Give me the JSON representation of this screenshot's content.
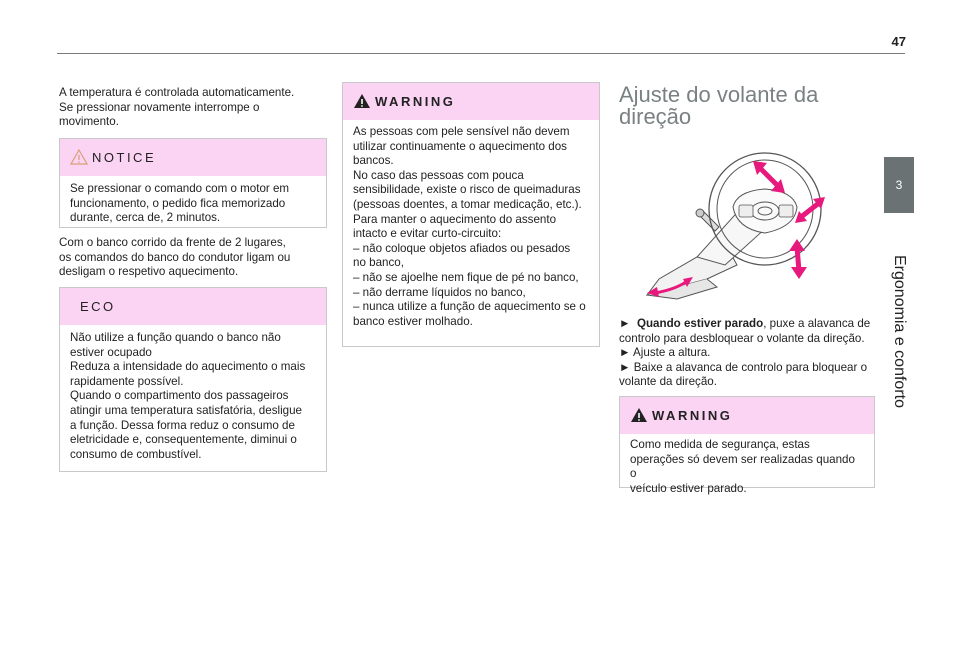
{
  "page": {
    "number": "47",
    "chapter_number": "3",
    "chapter_title": "Ergonomia e conforto"
  },
  "col1": {
    "intro": [
      "A temperatura é controlada automaticamente.",
      "Se pressionar novamente interrompe o",
      "movimento."
    ],
    "notice": {
      "title": "NOTICE",
      "lines": [
        "Se pressionar o comando com o motor em",
        "funcionamento, o pedido fica memorizado",
        "durante, cerca de, 2 minutos."
      ]
    },
    "para2": [
      "Com o banco corrido da frente de 2 lugares,",
      "os comandos do banco do condutor ligam ou",
      "desligam o respetivo aquecimento."
    ],
    "eco": {
      "title": "ECO",
      "lines": [
        "Não utilize a função quando o banco não",
        "estiver ocupado",
        "Reduza a intensidade do aquecimento o mais",
        "rapidamente possível.",
        "Quando o compartimento dos passageiros",
        "atingir uma temperatura satisfatória, desligue",
        "a função. Dessa forma reduz o consumo de",
        "eletricidade e, consequentemente, diminui o",
        "consumo de combustível."
      ]
    }
  },
  "col2": {
    "warning": {
      "title": "WARNING",
      "lines": [
        "As pessoas com pele sensível não devem",
        "utilizar continuamente o aquecimento dos",
        "bancos.",
        "No caso das pessoas com pouca",
        "sensibilidade, existe o risco de queimaduras",
        "(pessoas doentes, a tomar medicação, etc.).",
        "Para manter o aquecimento do assento",
        "intacto e evitar curto-circuito:",
        "–  não coloque objetos afiados ou pesados",
        "no banco,",
        "–  não se ajoelhe nem fique de pé no banco,",
        "–  não derrame líquidos no banco,",
        "–  nunca utilize a função de aquecimento se o",
        "banco estiver molhado."
      ]
    }
  },
  "col3": {
    "heading": [
      "Ajuste do volante da",
      "direção"
    ],
    "steps": {
      "s1_marker": "►",
      "s1_bold": "Quando estiver parado",
      "s1_rest": ", puxe a alavanca de",
      "s1_line2": "controlo para desbloquear o volante da direção.",
      "s2": "►  Ajuste a altura.",
      "s3_line1": "►  Baixe a alavanca de controlo para bloquear o",
      "s3_line2": "volante da direção."
    },
    "warning": {
      "title": "WARNING",
      "lines": [
        "Como medida de segurança, estas",
        "operações só devem ser realizadas quando o",
        "veículo estiver parado."
      ]
    }
  },
  "colors": {
    "box_header": "#fbd3f3",
    "side_tab": "#6b7274",
    "heading": "#7a8183",
    "arrow": "#e8197d"
  },
  "icons": {
    "notice": "caution-triangle-outline-icon",
    "warning": "warning-triangle-filled-icon",
    "illustration": "steering-wheel-adjustment-illustration"
  }
}
